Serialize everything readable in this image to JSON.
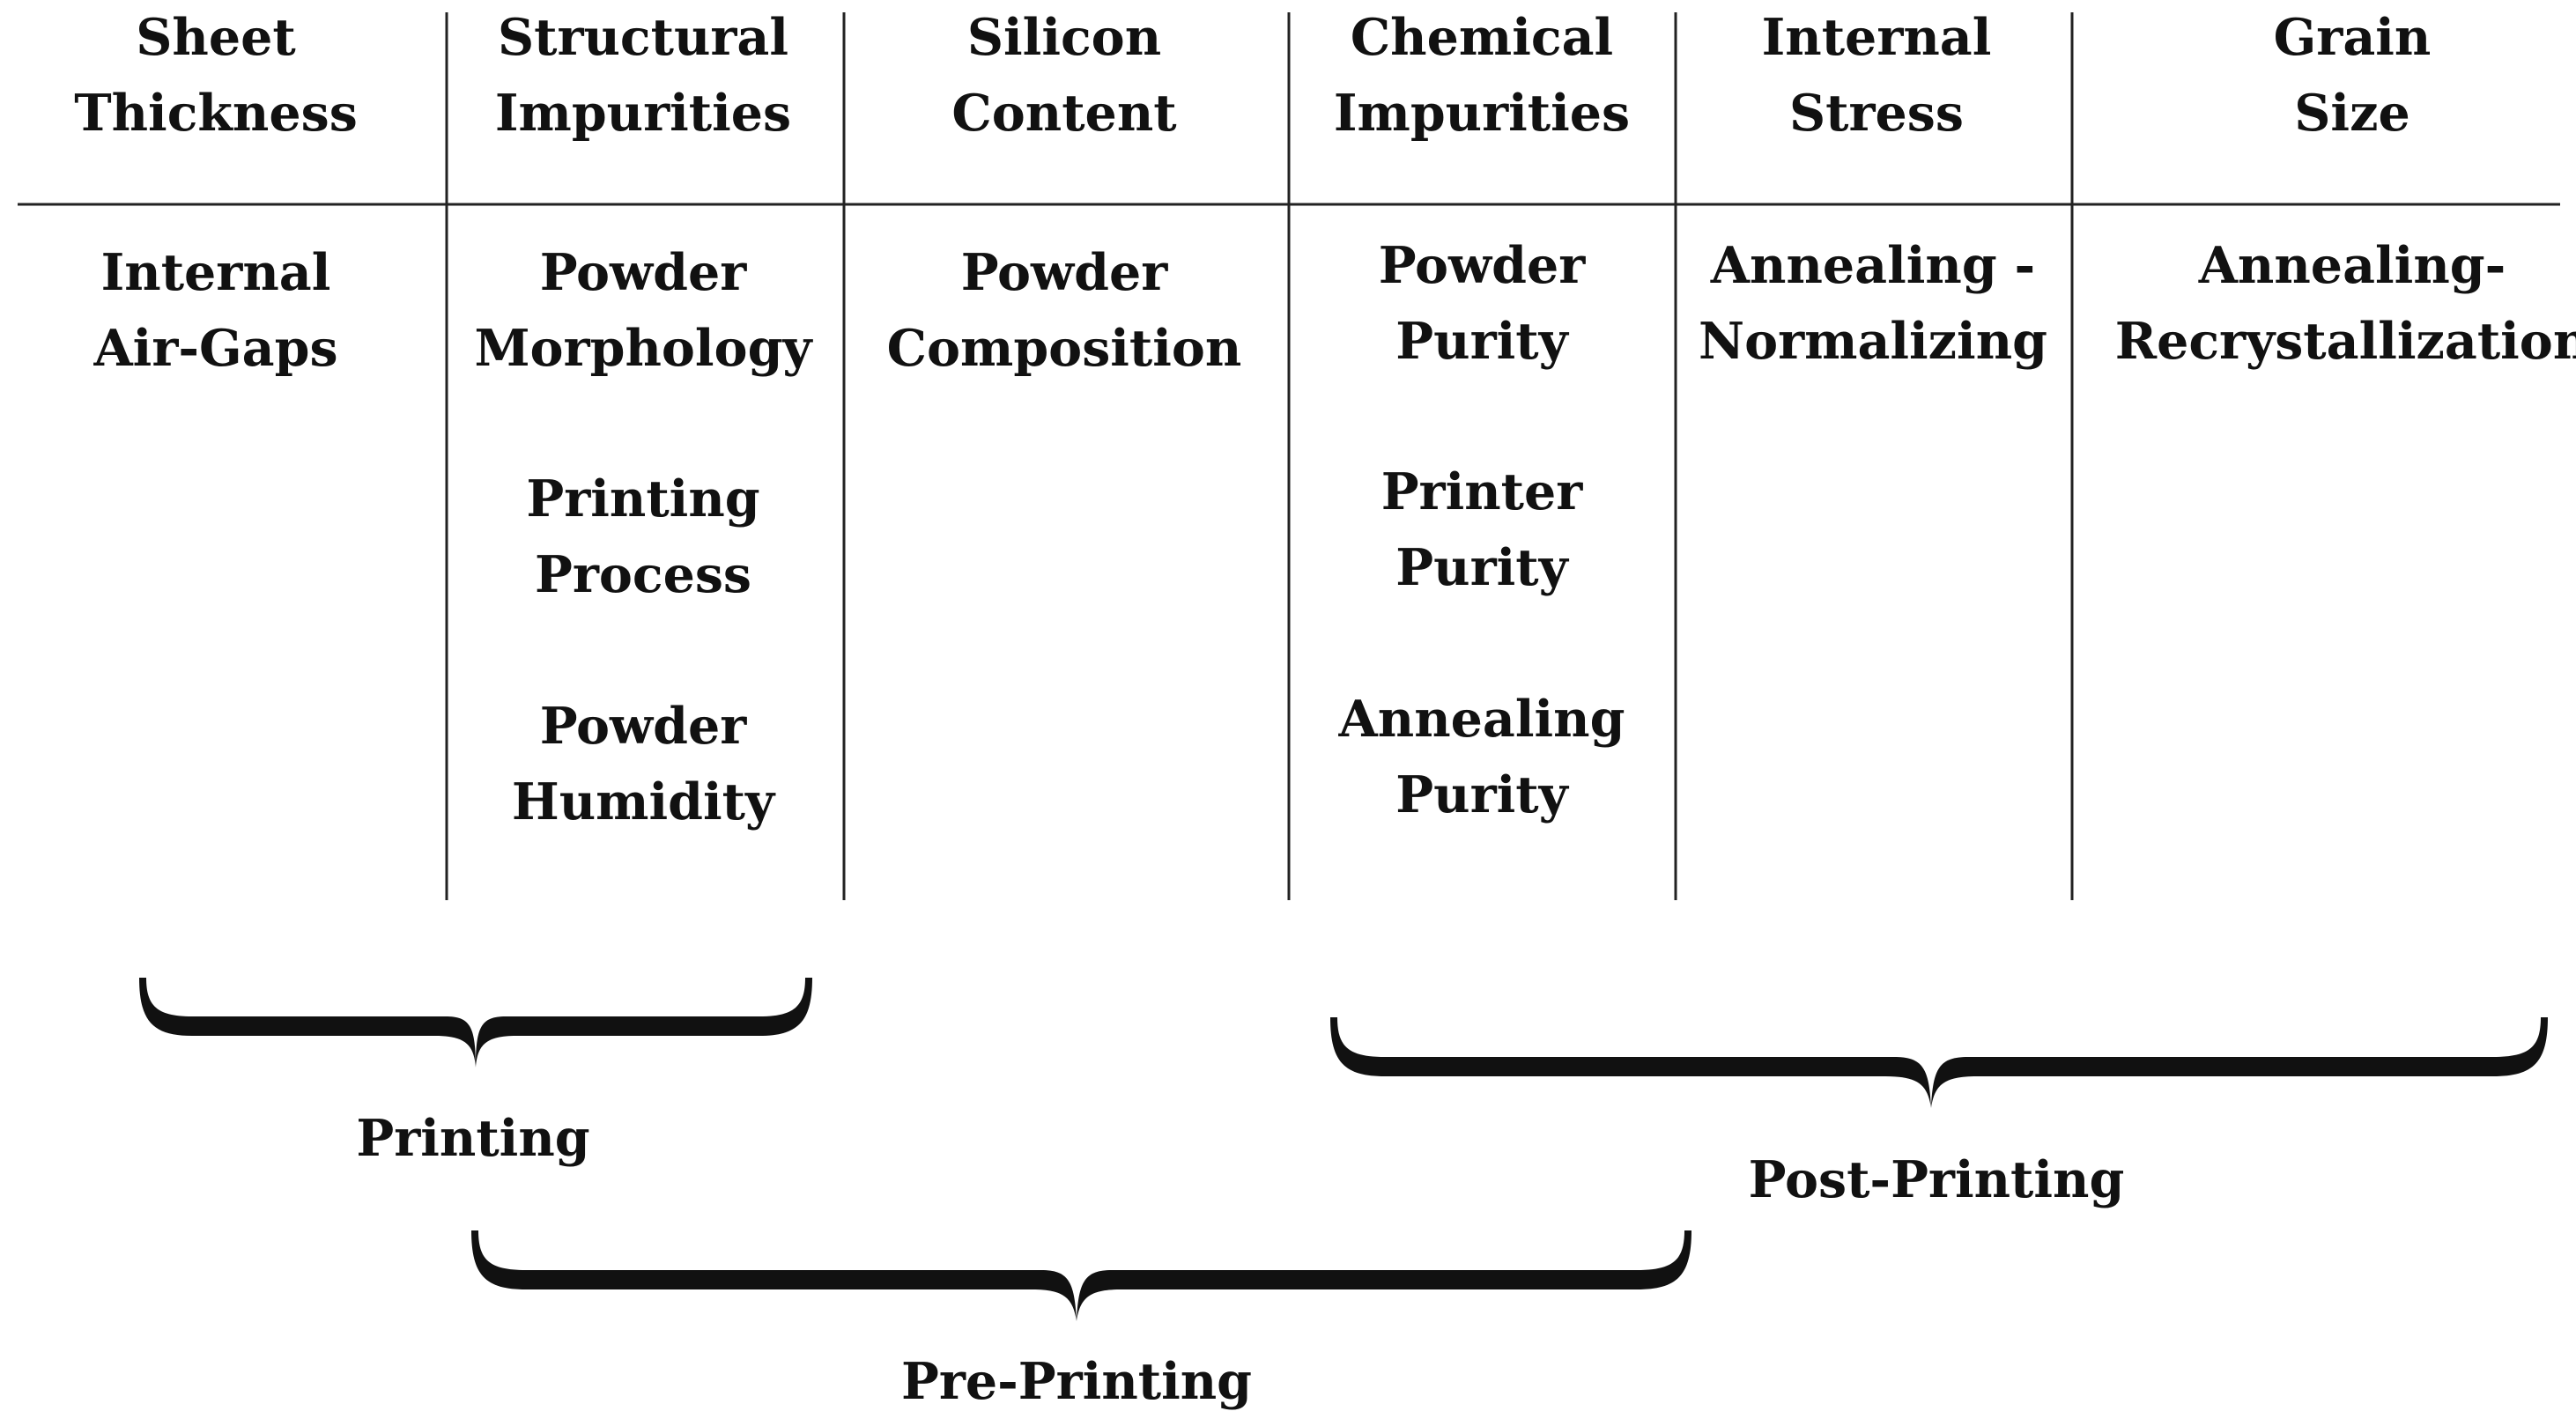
{
  "columns": [
    {
      "header": "Sheet\nThickness",
      "items": [
        "Internal\nAir-Gaps"
      ]
    },
    {
      "header": "Structural\nImpurities",
      "items": [
        "Powder\nMorphology",
        "Printing\nProcess",
        "Powder\nHumidity"
      ]
    },
    {
      "header": "Silicon\nContent",
      "items": [
        "Powder\nComposition"
      ]
    },
    {
      "header": "Chemical\nImpurities",
      "items": [
        "Powder\nPurity",
        "Printer\nPurity",
        "Annealing\nPurity"
      ]
    },
    {
      "header": "Internal\nStress",
      "items": [
        "Annealing -\nNormalizing"
      ]
    },
    {
      "header": "Grain\nSize",
      "items": [
        "Annealing-\nRecrystallization"
      ]
    }
  ],
  "groups": {
    "printing": {
      "label": "Printing"
    },
    "post_printing": {
      "label": "Post-Printing"
    },
    "pre_printing": {
      "label": "Pre-Printing"
    }
  },
  "colors": {
    "text": "#111111",
    "lines": "#222222",
    "background": "#ffffff"
  }
}
